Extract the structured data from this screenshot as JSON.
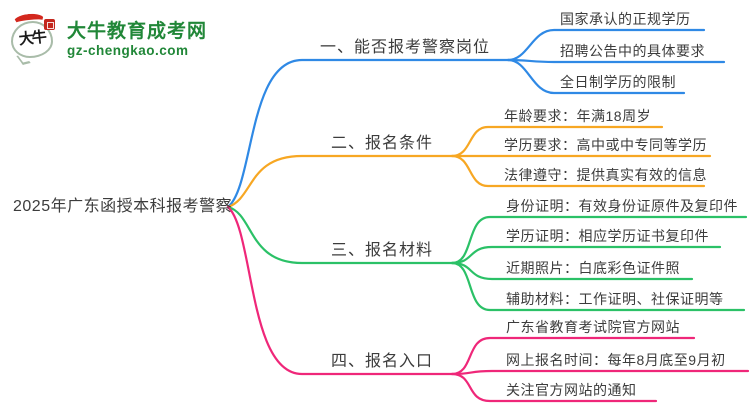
{
  "logo": {
    "icon_chars": "大牛",
    "site_name": "大牛教育成考网",
    "site_url": "gz-chengkao.com",
    "brand_green": "#218738",
    "seal_red": "#c4271d"
  },
  "mindmap": {
    "root": "2025年广东函授本科报考警察",
    "text_color": "#3c3c3c",
    "branches": [
      {
        "label": "一、能否报考警察岗位",
        "color": "#2F89E5",
        "children": [
          "国家承认的正规学历",
          "招聘公告中的具体要求",
          "全日制学历的限制"
        ]
      },
      {
        "label": "二、报名条件",
        "color": "#F7A723",
        "children": [
          "年龄要求：年满18周岁",
          "学历要求：高中或中专同等学历",
          "法律遵守：提供真实有效的信息"
        ]
      },
      {
        "label": "三、报名材料",
        "color": "#2BC167",
        "children": [
          "身份证明：有效身份证原件及复印件",
          "学历证明：相应学历证书复印件",
          "近期照片：白底彩色证件照",
          "辅助材料：工作证明、社保证明等"
        ]
      },
      {
        "label": "四、报名入口",
        "color": "#EF2779",
        "children": [
          "广东省教育考试院官方网站",
          "网上报名时间：每年8月底至9月初",
          "关注官方网站的通知"
        ]
      }
    ]
  }
}
